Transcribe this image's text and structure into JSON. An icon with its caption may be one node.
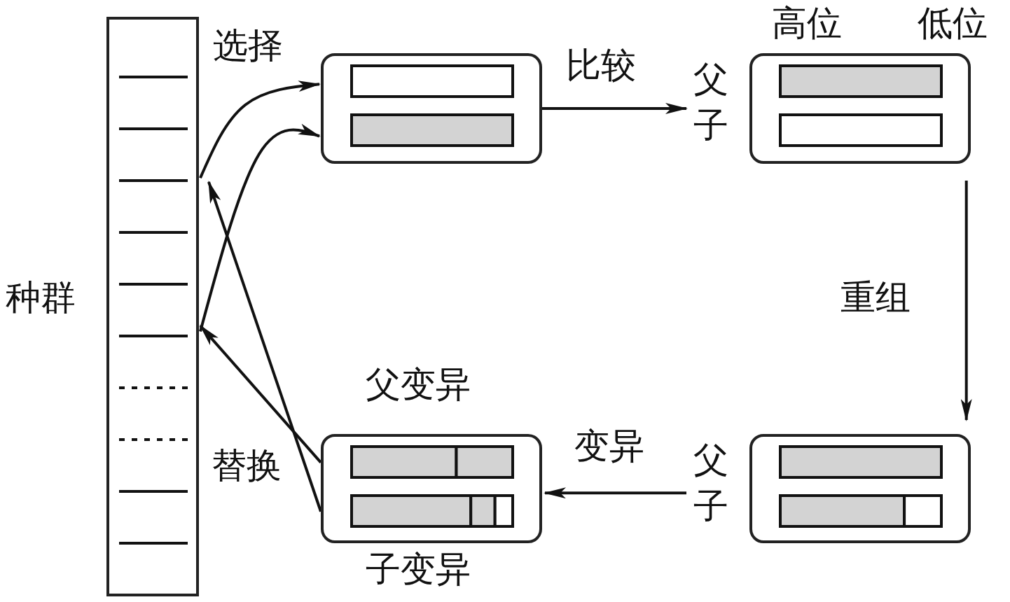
{
  "diagram": {
    "nodes": [
      {
        "text": [
          "种群"
        ]
      },
      {
        "text": [],
        "shape": "box"
      },
      {
        "text": [
          "高位",
          "低位"
        ],
        "beside": [
          "父",
          "子"
        ]
      },
      {
        "text": [],
        "shape": "box",
        "beside": [
          "父",
          "子"
        ]
      },
      {
        "text": [
          "父变异",
          "子变异"
        ]
      }
    ],
    "edges": [
      {
        "from": 0,
        "to": 1,
        "arrow": "to",
        "label": "选择"
      },
      {
        "from": 0,
        "to": 1,
        "arrow": "to"
      },
      {
        "from": 1,
        "to": 2,
        "arrow": "to",
        "label": "比较"
      },
      {
        "from": 2,
        "to": 3,
        "arrow": "to",
        "label": "重组"
      },
      {
        "from": 3,
        "to": 4,
        "arrow": "to",
        "label": "变异"
      },
      {
        "from": 4,
        "to": 0,
        "arrow": "to",
        "label": "替换"
      },
      {
        "from": 4,
        "to": 0,
        "arrow": "to"
      }
    ]
  }
}
